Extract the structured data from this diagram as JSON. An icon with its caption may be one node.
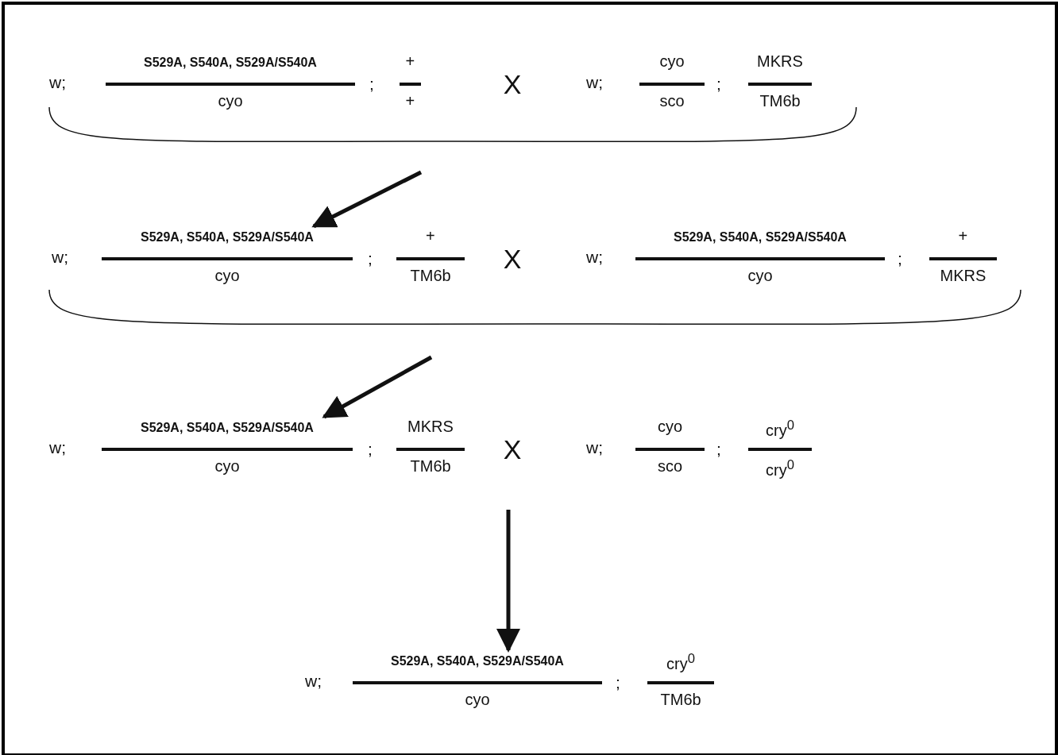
{
  "diagram": {
    "nodes": [
      {
        "text": [
          "w;",
          "S529A, S540A, S529A/S540A",
          "cyo",
          ";",
          "+",
          "+"
        ]
      },
      {
        "text": [
          "w;",
          "cyo",
          "sco",
          ";",
          "MKRS",
          "TM6b"
        ]
      },
      {
        "text": [
          "w;",
          "S529A, S540A, S529A/S540A",
          "cyo",
          ";",
          "+",
          "TM6b"
        ]
      },
      {
        "text": [
          "w;",
          "S529A, S540A, S529A/S540A",
          "cyo",
          ";",
          "+",
          "MKRS"
        ]
      },
      {
        "text": [
          "w;",
          "S529A, S540A, S529A/S540A",
          "cyo",
          ";",
          "MKRS",
          "TM6b"
        ]
      },
      {
        "text": [
          "w;",
          "cyo",
          "sco",
          ";",
          "cry$^{0}$",
          "cry$^{0}$"
        ]
      },
      {
        "text": [
          "w;",
          "S529A, S540A, S529A/S540A",
          "cyo",
          ";",
          "cry$^{0}$",
          "TM6b"
        ]
      }
    ],
    "edges": [
      {
        "from": null,
        "to": 2,
        "arrow": "to"
      },
      {
        "from": null,
        "to": 4,
        "arrow": "to"
      },
      {
        "from": null,
        "to": 6,
        "arrow": "to"
      }
    ],
    "labels": [
      "X",
      "X",
      "X"
    ]
  }
}
